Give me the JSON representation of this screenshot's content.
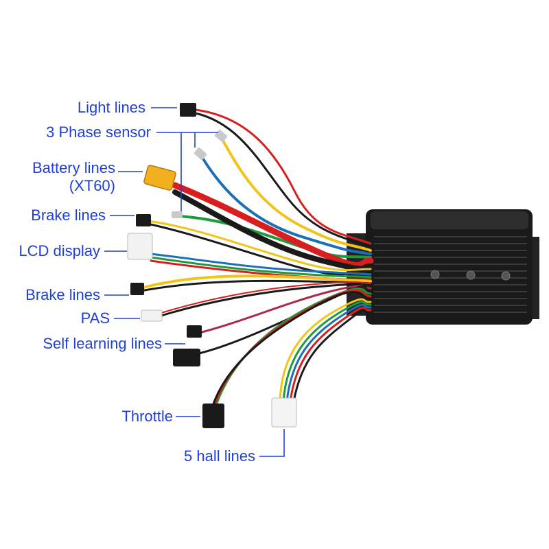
{
  "labels": {
    "light_lines": "Light lines",
    "phase_sensor": "3 Phase sensor",
    "battery_lines": "Battery lines",
    "battery_type": "(XT60)",
    "brake_lines_top": "Brake lines",
    "lcd_display": "LCD display",
    "brake_lines_bottom": "Brake lines",
    "pas": "PAS",
    "self_learning": "Self learning lines",
    "throttle": "Throttle",
    "hall_lines": "5 hall lines"
  },
  "colors": {
    "label_text": "#1f3fd8",
    "leader_line": "#1f3fd8",
    "controller_body": "#1a1a1a",
    "wire_red": "#d81f1f",
    "wire_yellow": "#f0c419",
    "wire_green": "#1f9a3c",
    "wire_blue": "#1b6fb8",
    "wire_black": "#1a1a1a",
    "wire_white": "#e6e6e6",
    "connector_xt60": "#f2b01e"
  }
}
